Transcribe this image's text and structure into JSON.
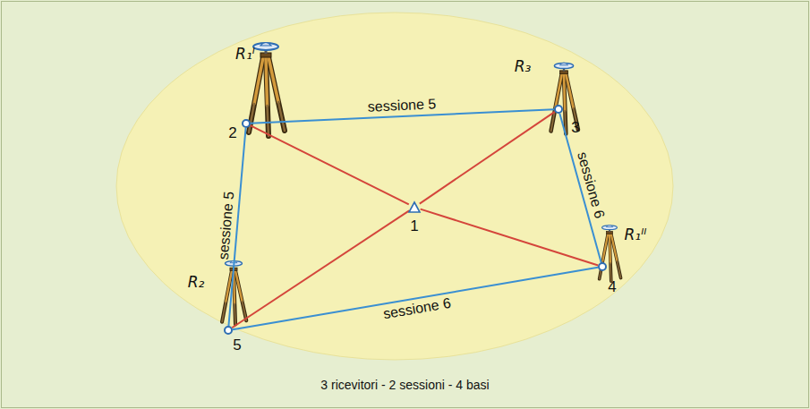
{
  "diagram": {
    "caption": "3 ricevitori - 2 sessioni - 4 basi",
    "nodes": [
      {
        "text": [
          "2",
          "R₁ᴵ"
        ]
      },
      {
        "text": [
          "3",
          "R₃"
        ]
      },
      {
        "text": [
          "1"
        ]
      },
      {
        "text": [
          "4",
          "R₁ᴵᴵ"
        ]
      },
      {
        "text": [
          "5",
          "R₂"
        ]
      }
    ],
    "edges": [
      {
        "from": 0,
        "to": 1,
        "arrow": "none",
        "label": "sessione 5"
      },
      {
        "from": 0,
        "to": 4,
        "arrow": "none",
        "label": "sessione 5"
      },
      {
        "from": 1,
        "to": 3,
        "arrow": "none",
        "label": "sessione 6"
      },
      {
        "from": 4,
        "to": 3,
        "arrow": "none",
        "label": "sessione 6"
      },
      {
        "from": 2,
        "to": 0,
        "arrow": "none"
      },
      {
        "from": 2,
        "to": 1,
        "arrow": "none"
      },
      {
        "from": 2,
        "to": 3,
        "arrow": "none"
      },
      {
        "from": 2,
        "to": 4,
        "arrow": "none"
      }
    ]
  }
}
